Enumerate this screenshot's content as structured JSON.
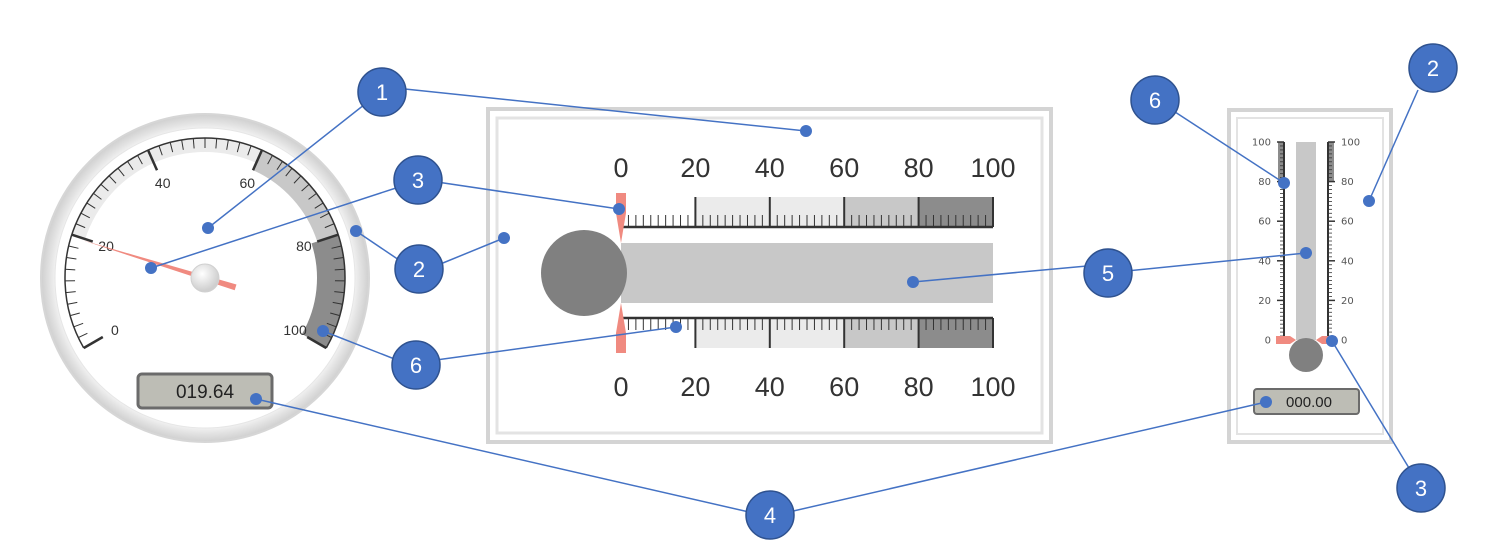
{
  "colors": {
    "callout_fill": "#4472C4",
    "callout_line": "#4472C4",
    "pointer": "#F08A80",
    "range_dark": "#8C8C8C",
    "range_mid": "#C8C8C8",
    "range_light": "#EBEBEB",
    "readout_bg": "#BDBDB5",
    "bulb": "#808080",
    "column": "#C8C8C8"
  },
  "gauge": {
    "scale_min": 0,
    "scale_max": 100,
    "tick_labels": [
      "0",
      "20",
      "40",
      "60",
      "80",
      "100"
    ],
    "pointer_value": 19.64,
    "readout": "019.64"
  },
  "horizontal_thermometer": {
    "scale_min": 0,
    "scale_max": 100,
    "top_tick_labels": [
      "0",
      "20",
      "40",
      "60",
      "80",
      "100"
    ],
    "bottom_tick_labels": [
      "0",
      "20",
      "40",
      "60",
      "80",
      "100"
    ],
    "column_value": 100,
    "pointer_value": 0
  },
  "vertical_thermometer": {
    "scale_min": 0,
    "scale_max": 100,
    "left_tick_labels": [
      "0",
      "20",
      "40",
      "60",
      "80",
      "100"
    ],
    "right_tick_labels": [
      "0",
      "20",
      "40",
      "60",
      "80",
      "100"
    ],
    "column_value": 100,
    "pointer_value": 0,
    "readout": "000.00"
  },
  "callouts": {
    "c1": "1",
    "c2a": "2",
    "c2b": "2",
    "c3a": "3",
    "c3b": "3",
    "c4": "4",
    "c5": "5",
    "c6a": "6",
    "c6b": "6"
  }
}
